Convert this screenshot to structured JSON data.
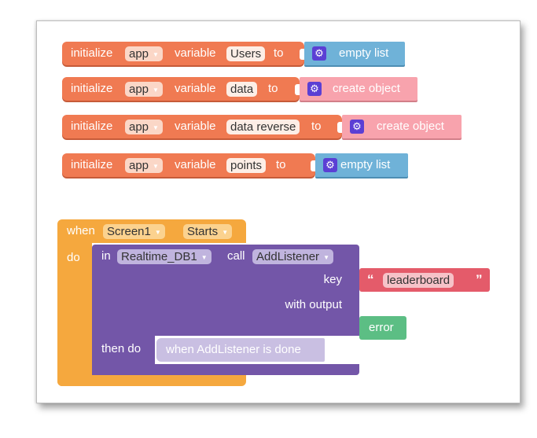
{
  "init_blocks": [
    {
      "initialize": "initialize",
      "scope": "app",
      "variable": "variable",
      "name": "Users",
      "to": "to",
      "value": "empty list"
    },
    {
      "initialize": "initialize",
      "scope": "app",
      "variable": "variable",
      "name": "data",
      "to": "to",
      "value": "create object"
    },
    {
      "initialize": "initialize",
      "scope": "app",
      "variable": "variable",
      "name": "data reverse",
      "to": "to",
      "value": "create object"
    },
    {
      "initialize": "initialize",
      "scope": "app",
      "variable": "variable",
      "name": "points",
      "to": "to",
      "value": "empty list"
    }
  ],
  "event_block": {
    "when": "when",
    "component": "Screen1",
    "event": "Starts",
    "do": "do"
  },
  "call_block": {
    "in": "in",
    "component": "Realtime_DB1",
    "call": "call",
    "method": "AddListener",
    "key_label": "key",
    "with_output_label": "with output",
    "then_do_label": "then do"
  },
  "key_block": {
    "open_quote": "“",
    "value": "leaderboard",
    "close_quote": "”"
  },
  "output_block": {
    "value": "error"
  },
  "handler_block": {
    "label": "when AddListener is done"
  },
  "colors": {
    "init": "#f07a52",
    "list": "#6fb2d8",
    "object": "#f8a3ad",
    "event": "#f5a83e",
    "call": "#7356a8",
    "text": "#e45b6a",
    "output": "#5cbe84"
  }
}
